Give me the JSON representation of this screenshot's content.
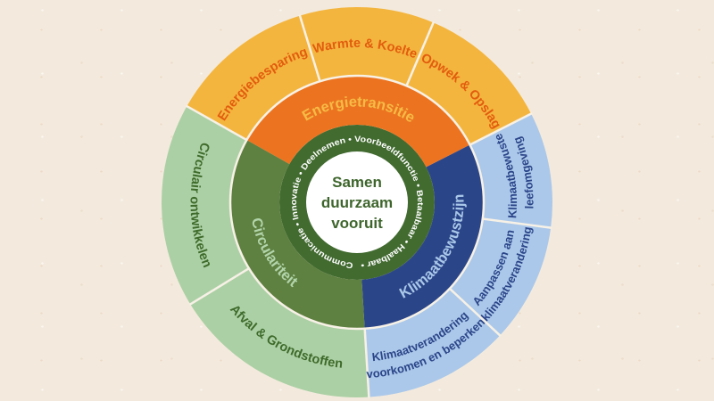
{
  "page": {
    "background_color": "#F3EADD",
    "separator_color": "#F7F1E6"
  },
  "diagram": {
    "center": {
      "lines": [
        "Samen",
        "duurzaam",
        "vooruit"
      ],
      "fill": "#FFFFFF",
      "text_color": "#3E662C"
    },
    "values_ring": {
      "fill": "#426B30",
      "text_color": "#FFFFFF",
      "circular_text": "Communicatie • Innovatie • Deelnemen • Voorbeeldfunctie • Betaalbaar • Haalbaar • ",
      "items": [
        "Deelnemen",
        "Voorbeeldfunctie",
        "Betaalbaar",
        "Haalbaar",
        "Communicatie",
        "Innovatie"
      ]
    },
    "middle_ring": [
      {
        "id": "energietransitie",
        "label": "Energietransitie",
        "start_deg": -60.5,
        "end_deg": 63,
        "label_deg": 1,
        "orient": "cw",
        "fill": "#EC7420",
        "label_color": "#F6BB45"
      },
      {
        "id": "klimaatbewustzijn",
        "label": "Klimaatbewustzijn",
        "start_deg": 63,
        "end_deg": 176.5,
        "label_deg": 120,
        "orient": "ccw",
        "fill": "#2B4589",
        "label_color": "#A9C7E8"
      },
      {
        "id": "circulariteit",
        "label": "Circulariteit",
        "start_deg": 176.5,
        "end_deg": 299.5,
        "label_deg": 239,
        "orient": "ccw",
        "fill": "#5E8040",
        "label_color": "#B2D4AB"
      }
    ],
    "outer_ring": [
      {
        "id": "energiebesparing",
        "lines": [
          "Energiebesparing"
        ],
        "start_deg": -60.5,
        "end_deg": -17,
        "label_deg": -38.5,
        "orient": "cw",
        "fill": "#F4B53E",
        "label_color": "#E25C0D"
      },
      {
        "id": "warmte-koelte",
        "lines": [
          "Warmte & Koelte"
        ],
        "start_deg": -17,
        "end_deg": 23,
        "label_deg": 3,
        "orient": "cw",
        "fill": "#F4B53E",
        "label_color": "#E25C0D"
      },
      {
        "id": "opwek-opslag",
        "lines": [
          "Opwek & Opslag"
        ],
        "start_deg": 23,
        "end_deg": 63,
        "label_deg": 43,
        "orient": "cw",
        "fill": "#F4B53E",
        "label_color": "#E25C0D"
      },
      {
        "id": "klimaatbewuste-leefomgeving",
        "lines": [
          "Klimaatbewuste",
          "leefomgeving"
        ],
        "start_deg": 63,
        "end_deg": 97.5,
        "label_deg": 80,
        "orient": "ccw",
        "fill": "#ABC8EA",
        "label_color": "#2B4589"
      },
      {
        "id": "aanpassen-aan-klimaatverandering",
        "lines": [
          "Aanpassen aan",
          "klimaatverandering"
        ],
        "start_deg": 97.5,
        "end_deg": 133,
        "label_deg": 115.5,
        "orient": "ccw",
        "fill": "#ABC8EA",
        "label_color": "#2B4589"
      },
      {
        "id": "klimaatverandering-voorkomen-en-beperken",
        "lines": [
          "Klimaatverandering",
          "voorkomen en beperken"
        ],
        "start_deg": 133,
        "end_deg": 176.5,
        "label_deg": 155,
        "orient": "ccw",
        "fill": "#ABC8EA",
        "label_color": "#2B4589"
      },
      {
        "id": "afval-grondstoffen",
        "lines": [
          "Afval & Grondstoffen"
        ],
        "start_deg": 176.5,
        "end_deg": 238.5,
        "label_deg": 207.5,
        "orient": "ccw",
        "fill": "#ACD0A5",
        "label_color": "#3E6B2B"
      },
      {
        "id": "circulair-ontwikkelen",
        "lines": [
          "Circulair ontwikkelen"
        ],
        "start_deg": 238.5,
        "end_deg": 299.5,
        "label_deg": 269,
        "orient": "ccw",
        "fill": "#ACD0A5",
        "label_color": "#3E6B2B"
      }
    ]
  }
}
